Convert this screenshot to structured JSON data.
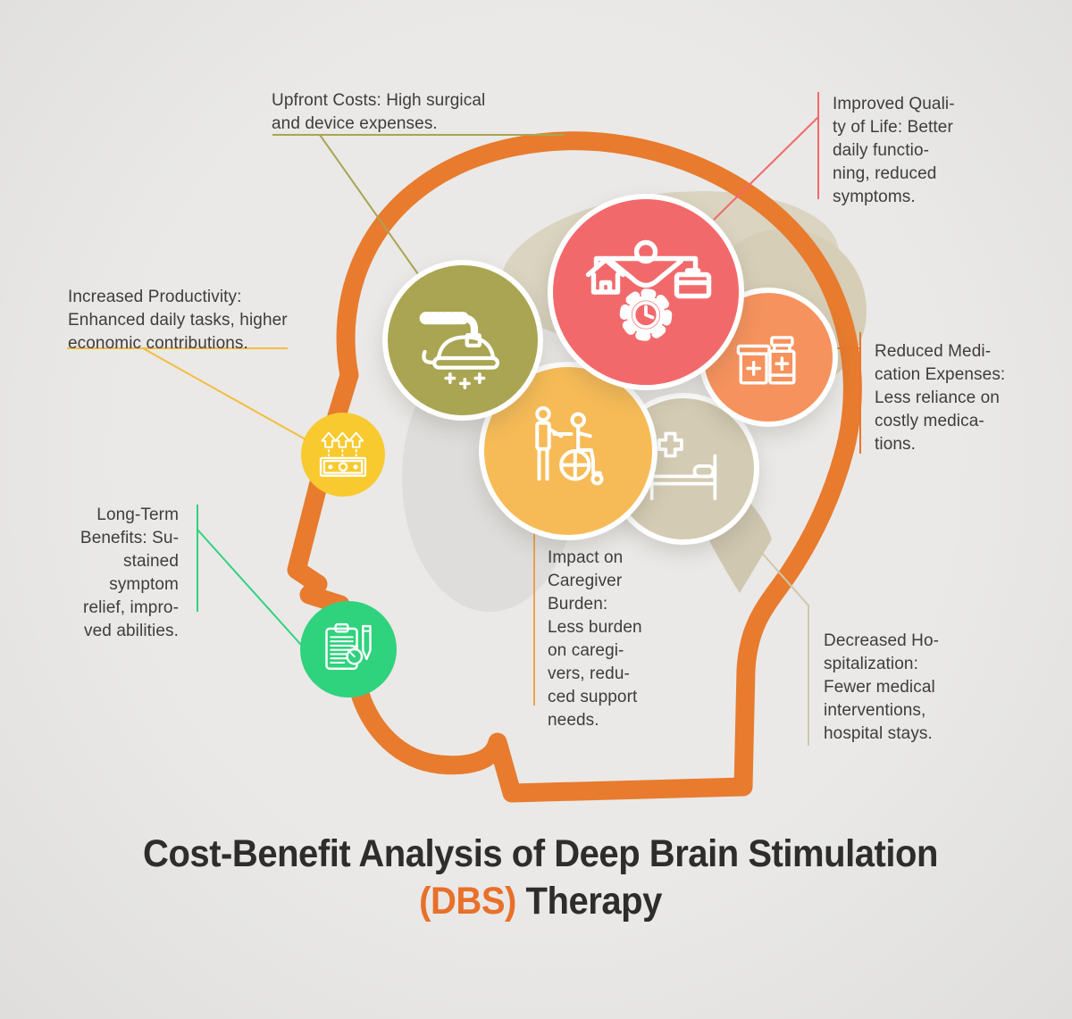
{
  "title": {
    "line1": "Cost-Benefit Analysis of Deep Brain Stimulation",
    "dbs": "(DBS)",
    "therapy": " Therapy",
    "accent_color": "#e8702a",
    "text_color": "#2e2d2b"
  },
  "background_color": "#e8e7e5",
  "head_outline_color": "#e87b2e",
  "nodes": {
    "upfront": {
      "text": "Upfront Costs: High surgical\nand device expenses.",
      "color": "#a9a552",
      "line_color": "#a9a552",
      "icon": "surgical-drill-icon"
    },
    "qol": {
      "text": "Improved Quali-\nty of Life: Better\ndaily functio-\nning, reduced\nsymptoms.",
      "color": "#f2696c",
      "line_color": "#f2696c",
      "icon": "life-balance-gear-icon"
    },
    "productivity": {
      "text": "Increased Productivity:\nEnhanced daily tasks, higher\neconomic contributions.",
      "color": "#f8ca2f",
      "line_color": "#f3bd3e",
      "icon": "money-growth-icon"
    },
    "medication": {
      "text": "Reduced Medi-\ncation Expenses:\nLess reliance on\ncostly medica-\ntions.",
      "color": "#f6925d",
      "line_color": "#e8762c",
      "icon": "medicine-bottles-icon"
    },
    "longterm": {
      "text": "Long-Term\nBenefits: Su-\nstained\nsymptom\nrelief, impro-\nved abilities.",
      "color": "#2fd27d",
      "line_color": "#2fd27d",
      "icon": "clipboard-schedule-icon"
    },
    "caregiver": {
      "text": "Impact on\nCaregiver\nBurden:\nLess burden\non caregi-\nvers, redu-\nced support\nneeds.",
      "color": "#f6bb57",
      "line_color": "#eda24b",
      "icon": "caregiver-wheelchair-icon"
    },
    "hospitalization": {
      "text": "Decreased Ho-\nspitalization:\nFewer medical\ninterventions,\nhospital stays.",
      "color": "#d3cbb3",
      "line_color": "#cfc7ae",
      "icon": "hospital-bed-icon"
    }
  }
}
